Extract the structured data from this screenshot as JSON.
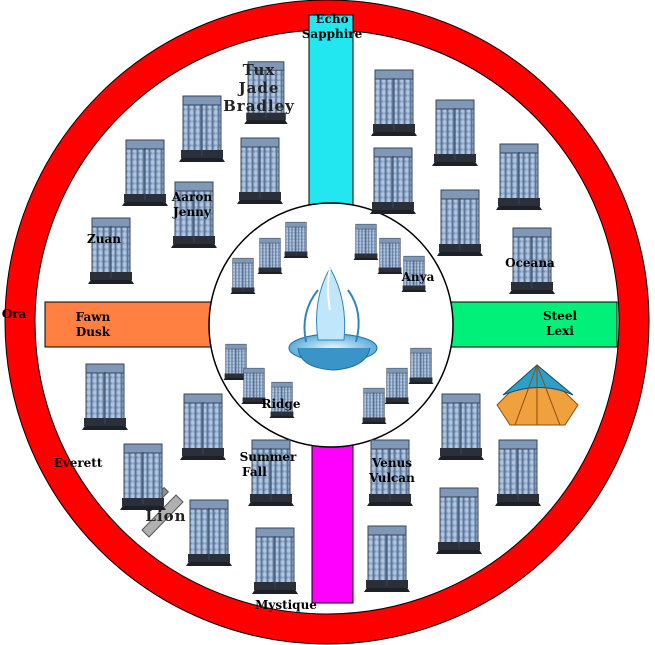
{
  "colors": {
    "ring": "#ff0000",
    "road_north": "#22e6f0",
    "road_south": "#ff00ff",
    "road_west": "#ff8040",
    "road_east": "#00f07a",
    "plaza": "#ffffff",
    "building_glass": "#6f8fb4",
    "building_dark": "#2b3038",
    "fountain": "#4aa8d8",
    "tent": "#f0a03c",
    "tent_roof": "#2c9ec8",
    "lion_sign": "#b0b0b0"
  },
  "labels": {
    "north_gate": [
      "Echo",
      "Sapphire"
    ],
    "south_gate": "Mystique",
    "west_gate": "Ora",
    "top_left_tower": [
      "Tux",
      "Jade",
      "Bradley"
    ],
    "aaron_jenny": [
      "Aaron",
      "Jenny"
    ],
    "zuan": "Zuan",
    "anya": "Anya",
    "oceana": "Oceana",
    "west_road": [
      "Fawn",
      "Dusk"
    ],
    "east_road": [
      "Steel",
      "Lexi"
    ],
    "ridge": "Ridge",
    "summer_fall": [
      "Summer",
      "Fall"
    ],
    "venus_vulcan": [
      "Venus",
      "Vulcan"
    ],
    "everett": "Everett",
    "lion": "Lion"
  },
  "icons": {
    "building": "office-building-icon",
    "fountain": "fountain-icon",
    "tent": "circus-tent-icon",
    "sign": "signpost-icon"
  }
}
